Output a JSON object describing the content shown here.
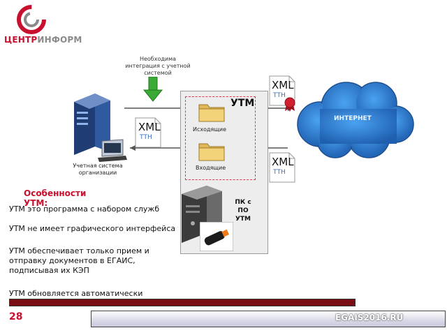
{
  "logo": {
    "part1": "ЦЕНТР",
    "part2": "ИНФОРМ"
  },
  "note": "Необходима интеграция с учетной системой",
  "server_label": "Учетная система организации",
  "utm": {
    "title": "УТМ",
    "outgoing": "Исходящие",
    "incoming": "Входящие"
  },
  "pc_label": "ПК с ПО УТМ",
  "xml_docs": [
    {
      "xml": "XML",
      "tth": "ТТН"
    },
    {
      "xml": "XML",
      "tth": "ТТН"
    },
    {
      "xml": "XML",
      "tth": "ТТН"
    }
  ],
  "cloud_label": "ИНТЕРНЕТ",
  "features": {
    "title": "Особенности УТМ:",
    "items": [
      "УТМ это программа с набором служб",
      "УТМ не имеет графического интерфейса",
      "УТМ обеспечивает только прием и отправку документов в ЕГАИС, подписывая их КЭП",
      "УТМ обновляется автоматически"
    ]
  },
  "footer": {
    "page_number": "28",
    "site": "EGAIS2016.RU"
  },
  "colors": {
    "accent_red": "#c8102e",
    "arrow_green": "#3aa935",
    "cloud_blue": "#3a86d6"
  }
}
